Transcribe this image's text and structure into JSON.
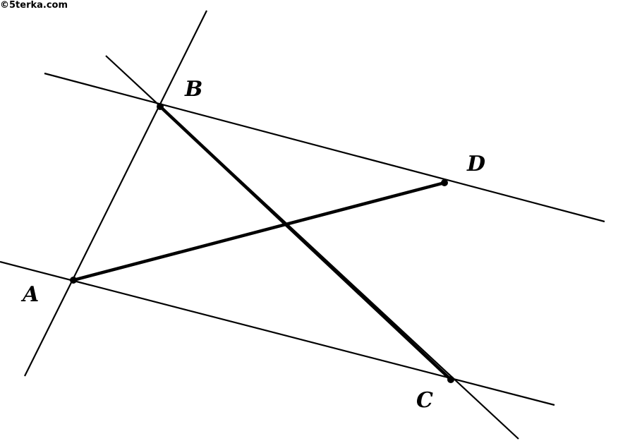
{
  "watermark": "©5terka.com",
  "diagram": {
    "ink_color": "#000000",
    "points": {
      "A": "A",
      "B": "B",
      "C": "C",
      "D": "D"
    }
  }
}
